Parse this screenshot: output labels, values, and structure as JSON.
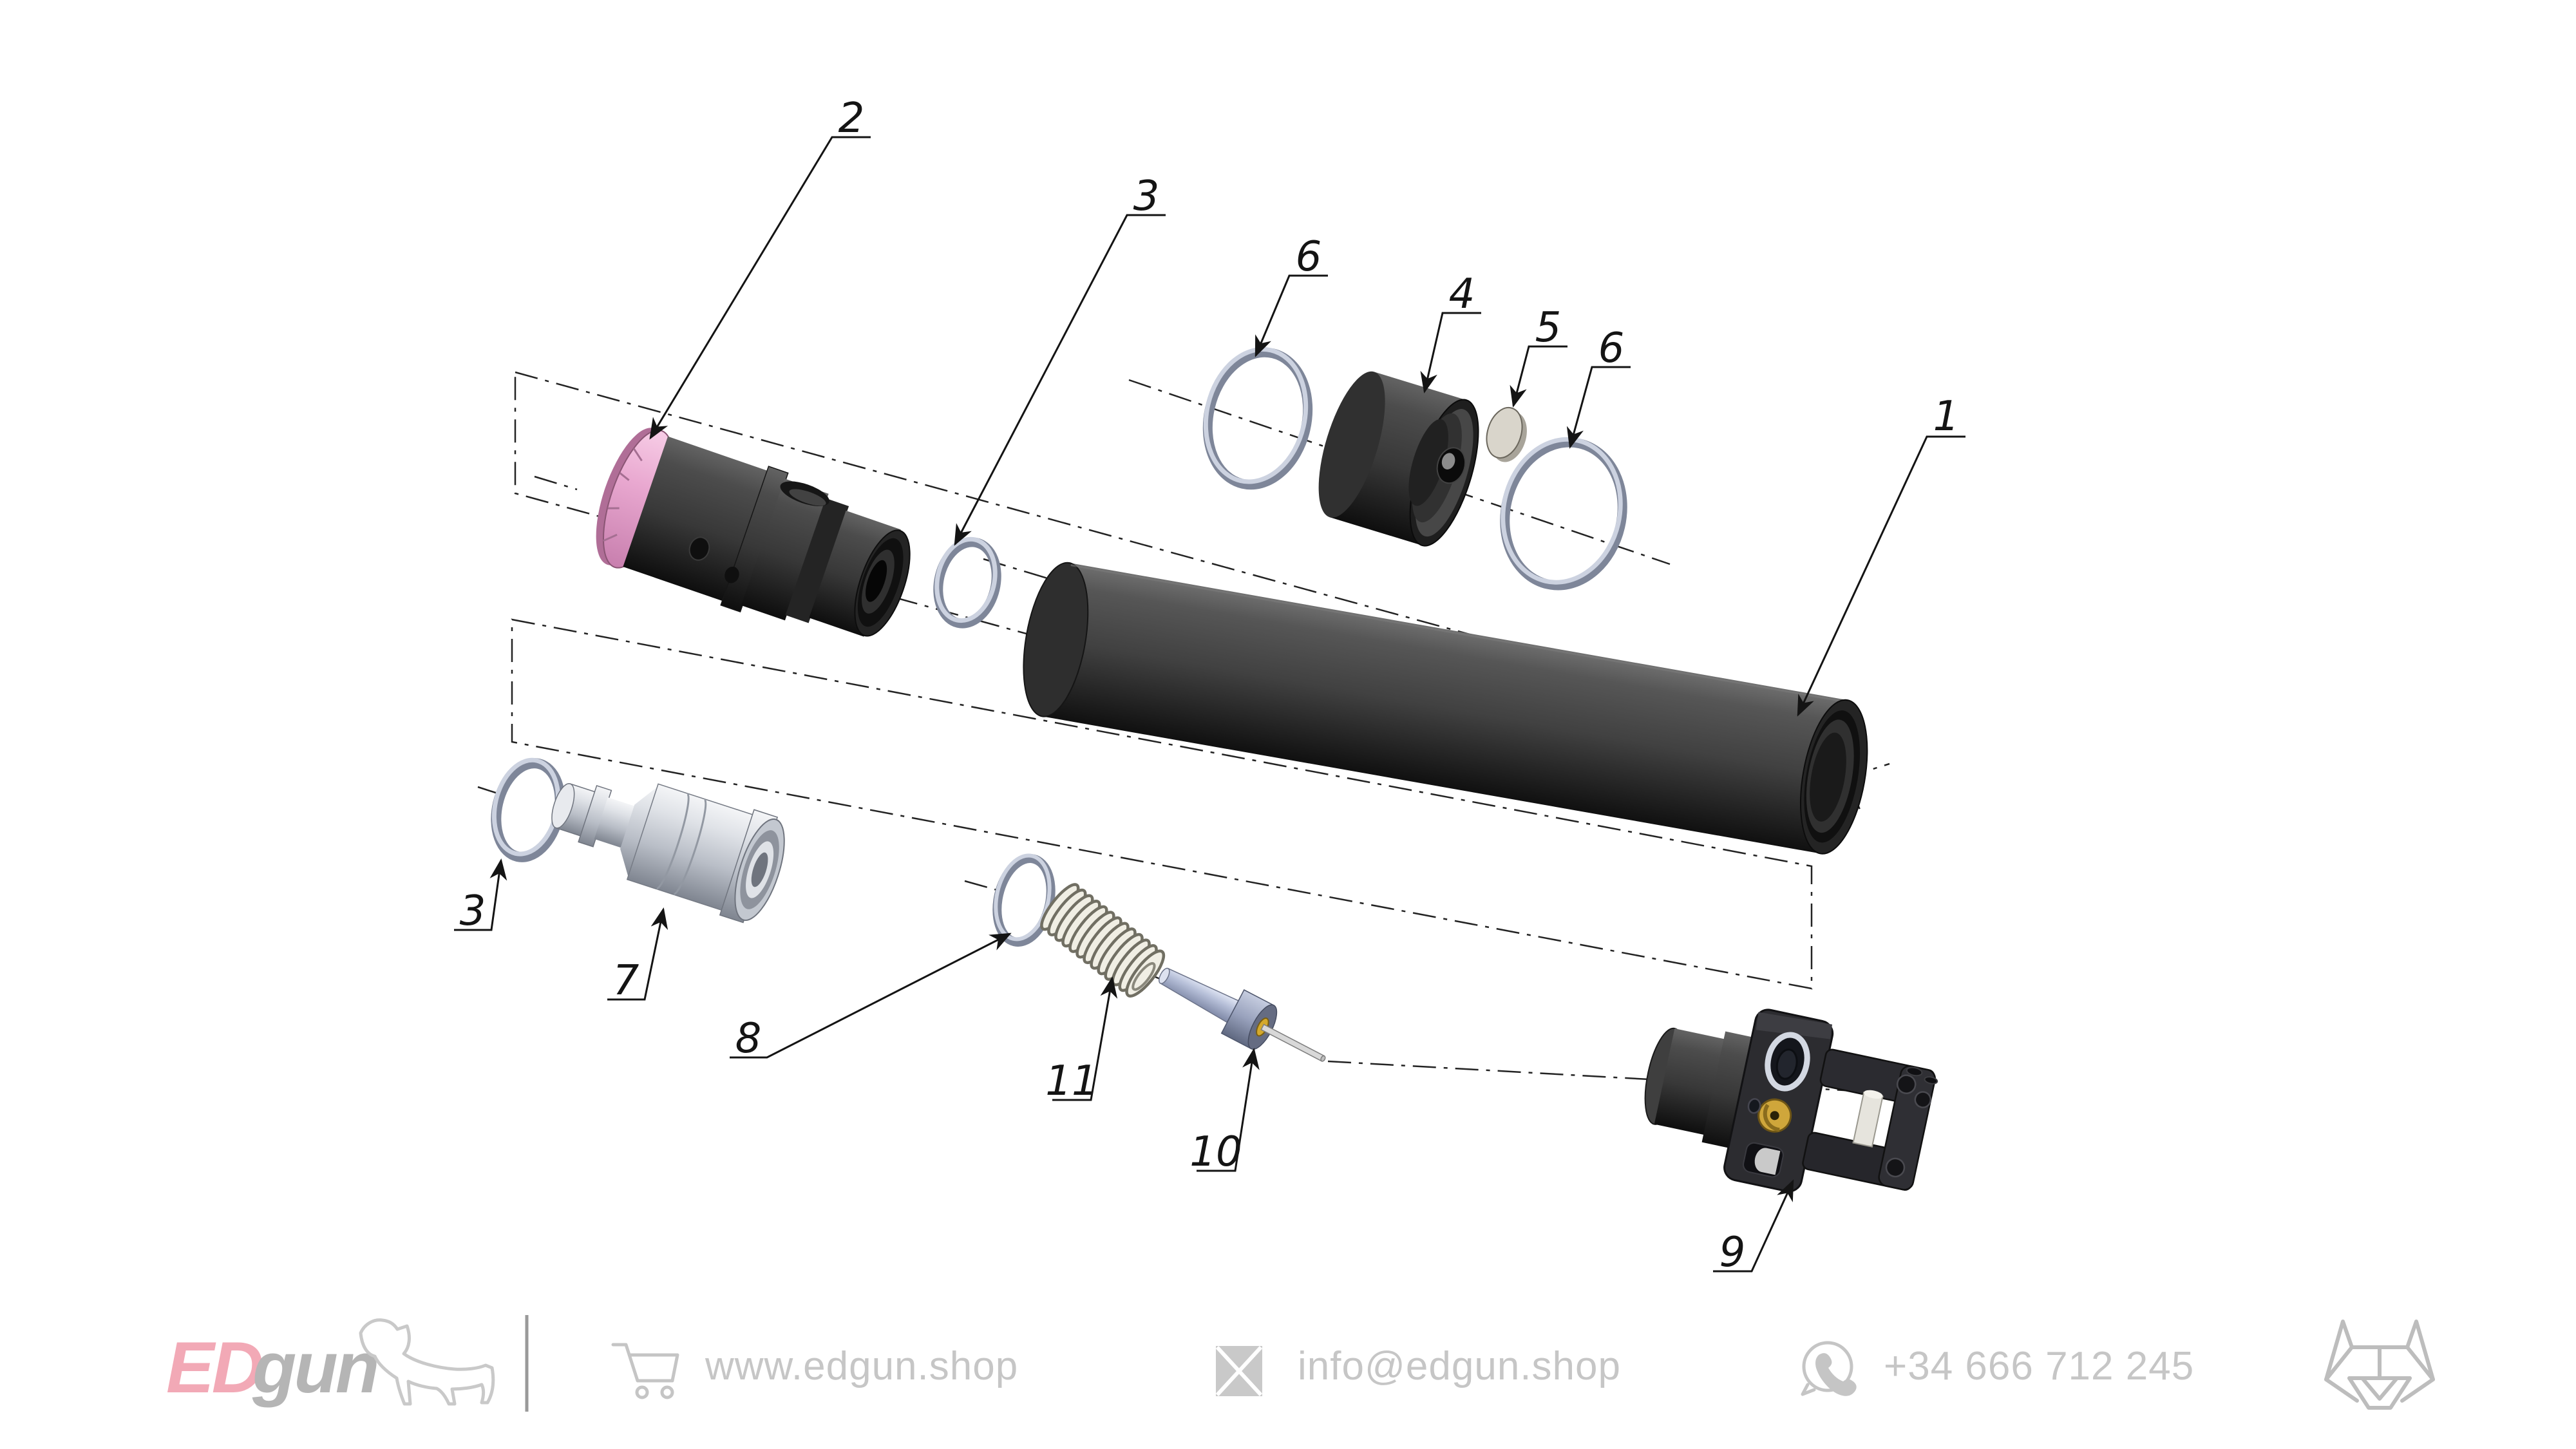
{
  "diagram": {
    "callouts": [
      {
        "label": "2"
      },
      {
        "label": "3"
      },
      {
        "label": "6"
      },
      {
        "label": "4"
      },
      {
        "label": "5"
      },
      {
        "label": "6"
      },
      {
        "label": "1"
      },
      {
        "label": "3"
      },
      {
        "label": "7"
      },
      {
        "label": "8"
      },
      {
        "label": "11"
      },
      {
        "label": "10"
      },
      {
        "label": "9"
      }
    ]
  },
  "footer": {
    "logo_ed": "ED",
    "logo_gun": "gun",
    "website": "www.edgun.shop",
    "email": "info@edgun.shop",
    "phone": "+34 666 712 245",
    "colors": {
      "logo_pink": "#f2a9b6",
      "logo_gray": "#b5b5b5",
      "text_gray": "#c6c6c6"
    }
  }
}
